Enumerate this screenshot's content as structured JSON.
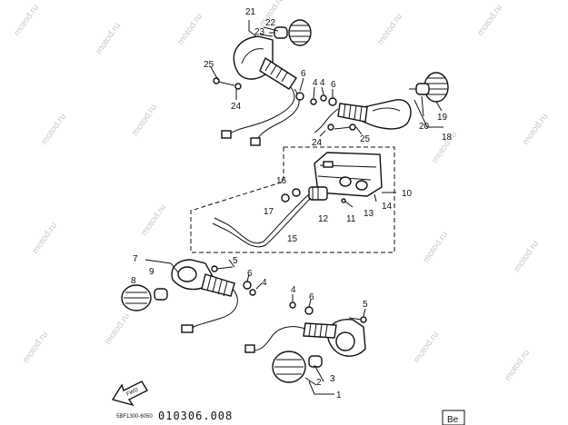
{
  "part_labels": {
    "p1": "1",
    "p2": "2",
    "p3": "3",
    "p4a": "4",
    "p4b": "4",
    "p4c": "4",
    "p4d": "4",
    "p5a": "5",
    "p5b": "5",
    "p6a": "6",
    "p6b": "6",
    "p6c": "6",
    "p6d": "6",
    "p7": "7",
    "p8": "8",
    "p9": "9",
    "p10": "10",
    "p11": "11",
    "p12": "12",
    "p13": "13",
    "p14": "14",
    "p15": "15",
    "p16": "16",
    "p17": "17",
    "p18": "18",
    "p19": "19",
    "p20": "20",
    "p21": "21",
    "p22": "22",
    "p23": "23",
    "p24a": "24",
    "p24b": "24",
    "p25a": "25",
    "p25b": "25"
  },
  "watermark_text": "motod.ru",
  "front_label": "FWD",
  "diagram_code": "5BF1300-6050",
  "catalog_number": "010306.008",
  "corner_tab": "Be"
}
